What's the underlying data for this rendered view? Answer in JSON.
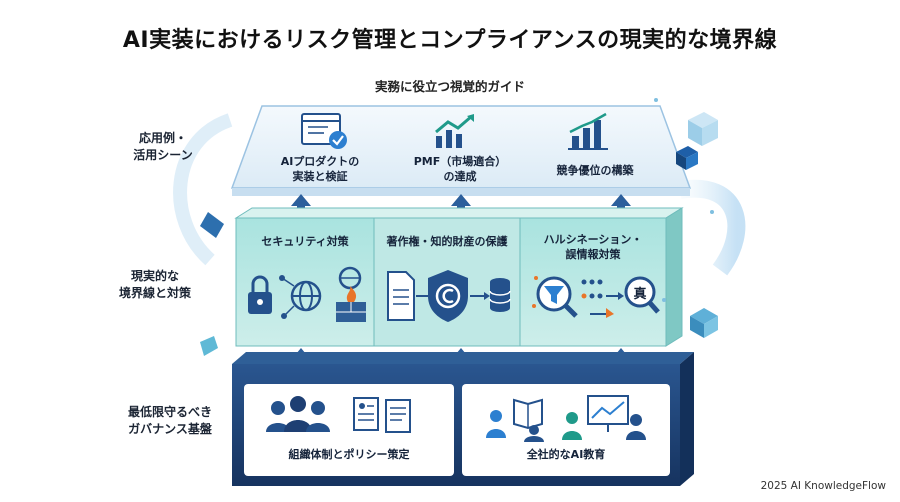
{
  "title": "AI実装におけるリスク管理とコンプライアンスの現実的な境界線",
  "subtitle": "実務に役立つ視覚的ガイド",
  "side_labels": {
    "top": "応用例・\n活用シーン",
    "middle": "現実的な\n境界線と対策",
    "bottom": "最低限守るべき\nガバナンス基盤"
  },
  "top_tier": [
    {
      "label": "AIプロダクトの\n実装と検証",
      "icon": "browser-check-icon"
    },
    {
      "label": "PMF（市場適合）\nの達成",
      "icon": "growth-chart-icon"
    },
    {
      "label": "競争優位の構築",
      "icon": "bar-chart-icon"
    }
  ],
  "middle_tier": [
    {
      "label": "セキュリティ対策",
      "icons": [
        "lock-icon",
        "globe-network-icon",
        "firewall-icon"
      ]
    },
    {
      "label": "著作権・知的財産の保護",
      "icons": [
        "document-icon",
        "copyright-shield-icon",
        "database-icon"
      ]
    },
    {
      "label": "ハルシネーション・\n誤情報対策",
      "icons": [
        "filter-search-icon",
        "fact-magnifier-icon"
      ]
    }
  ],
  "fact_glyph": "真",
  "bottom_tier": [
    {
      "label": "組織体制とポリシー策定",
      "icons": [
        "people-icon",
        "policy-documents-icon"
      ]
    },
    {
      "label": "全社的なAI教育",
      "icons": [
        "training-icon"
      ]
    }
  ],
  "footer": "2025 AI KnowledgeFlow",
  "colors": {
    "navy": "#1e3f73",
    "teal": "#8fd6d6",
    "top_tier": "#e8f3fb",
    "accent_blue": "#2c6fb5"
  }
}
